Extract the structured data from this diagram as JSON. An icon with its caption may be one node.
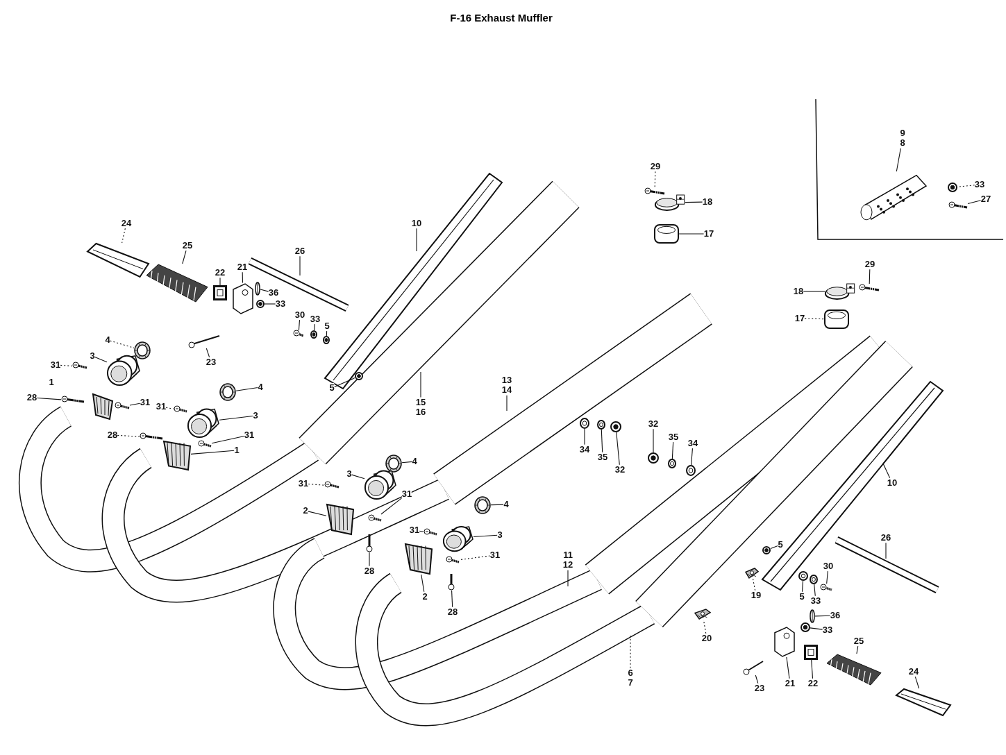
{
  "diagram": {
    "title": "F-16 Exhaust Muffler",
    "nodes": [
      {
        "text": [
          "24"
        ]
      },
      {
        "text": [
          "25"
        ]
      },
      {
        "text": [
          "26"
        ]
      },
      {
        "text": [
          "22"
        ]
      },
      {
        "text": [
          "21"
        ]
      },
      {
        "text": [
          "36"
        ]
      },
      {
        "text": [
          "33"
        ]
      },
      {
        "text": [
          "23"
        ]
      },
      {
        "text": [
          "30"
        ]
      },
      {
        "text": [
          "33"
        ]
      },
      {
        "text": [
          "5"
        ]
      },
      {
        "text": [
          "4"
        ]
      },
      {
        "text": [
          "3"
        ]
      },
      {
        "text": [
          "31"
        ]
      },
      {
        "text": [
          "28"
        ]
      },
      {
        "text": [
          "31"
        ]
      },
      {
        "text": [
          "4"
        ]
      },
      {
        "text": [
          "31"
        ]
      },
      {
        "text": [
          "3"
        ]
      },
      {
        "text": [
          "28"
        ]
      },
      {
        "text": [
          "31"
        ]
      },
      {
        "text": [
          "1"
        ]
      },
      {
        "text": [
          "10"
        ]
      },
      {
        "text": [
          "5"
        ]
      },
      {
        "text": [
          "15",
          "16"
        ]
      },
      {
        "text": [
          "13",
          "14"
        ]
      },
      {
        "text": [
          "29"
        ]
      },
      {
        "text": [
          "18"
        ]
      },
      {
        "text": [
          "17"
        ]
      },
      {
        "text": [
          "9",
          "8"
        ]
      },
      {
        "text": [
          "33"
        ]
      },
      {
        "text": [
          "27"
        ]
      },
      {
        "text": [
          "29"
        ]
      },
      {
        "text": [
          "18"
        ]
      },
      {
        "text": [
          "17"
        ]
      },
      {
        "text": [
          "34"
        ]
      },
      {
        "text": [
          "35"
        ]
      },
      {
        "text": [
          "32"
        ]
      },
      {
        "text": [
          "32"
        ]
      },
      {
        "text": [
          "35"
        ]
      },
      {
        "text": [
          "34"
        ]
      },
      {
        "text": [
          "4"
        ]
      },
      {
        "text": [
          "3"
        ]
      },
      {
        "text": [
          "31"
        ]
      },
      {
        "text": [
          "31"
        ]
      },
      {
        "text": [
          "2"
        ]
      },
      {
        "text": [
          "4"
        ]
      },
      {
        "text": [
          "31"
        ]
      },
      {
        "text": [
          "3"
        ]
      },
      {
        "text": [
          "31"
        ]
      },
      {
        "text": [
          "28"
        ]
      },
      {
        "text": [
          "2"
        ]
      },
      {
        "text": [
          "28"
        ]
      },
      {
        "text": [
          "11",
          "12"
        ]
      },
      {
        "text": [
          "5"
        ]
      },
      {
        "text": [
          "26"
        ]
      },
      {
        "text": [
          "10"
        ]
      },
      {
        "text": [
          "19"
        ]
      },
      {
        "text": [
          "5"
        ]
      },
      {
        "text": [
          "33"
        ]
      },
      {
        "text": [
          "30"
        ]
      },
      {
        "text": [
          "36"
        ]
      },
      {
        "text": [
          "33"
        ]
      },
      {
        "text": [
          "20"
        ]
      },
      {
        "text": [
          "6",
          "7"
        ]
      },
      {
        "text": [
          "25"
        ]
      },
      {
        "text": [
          "24"
        ]
      },
      {
        "text": [
          "23"
        ]
      },
      {
        "text": [
          "21"
        ]
      },
      {
        "text": [
          "22"
        ]
      },
      {
        "text": [],
        "shape": "picture"
      },
      {
        "text": [],
        "shape": "picture"
      },
      {
        "text": [],
        "shape": "picture"
      },
      {
        "text": [],
        "shape": "picture"
      },
      {
        "text": [],
        "shape": "picture"
      },
      {
        "text": [],
        "shape": "picture"
      },
      {
        "text": [],
        "shape": "picture"
      },
      {
        "text": [],
        "shape": "picture"
      },
      {
        "text": [],
        "shape": "picture"
      },
      {
        "text": [],
        "shape": "picture"
      },
      {
        "text": [],
        "shape": "picture"
      },
      {
        "text": [],
        "shape": "picture"
      },
      {
        "text": [],
        "shape": "picture"
      },
      {
        "text": [],
        "shape": "picture"
      },
      {
        "text": [],
        "shape": "picture"
      },
      {
        "text": [],
        "shape": "picture"
      },
      {
        "text": [],
        "shape": "picture"
      },
      {
        "text": [],
        "shape": "picture"
      },
      {
        "text": [],
        "shape": "picture"
      },
      {
        "text": [],
        "shape": "picture"
      },
      {
        "text": [],
        "shape": "picture"
      },
      {
        "text": [],
        "shape": "picture"
      },
      {
        "text": [],
        "shape": "picture"
      },
      {
        "text": [],
        "shape": "picture"
      },
      {
        "text": [],
        "shape": "picture"
      },
      {
        "text": [],
        "shape": "picture"
      },
      {
        "text": [],
        "shape": "picture"
      },
      {
        "text": [],
        "shape": "picture"
      },
      {
        "text": [],
        "shape": "picture"
      },
      {
        "text": [],
        "shape": "picture"
      },
      {
        "text": [],
        "shape": "picture"
      },
      {
        "text": [],
        "shape": "picture"
      },
      {
        "text": [],
        "shape": "picture"
      },
      {
        "text": [],
        "shape": "picture"
      },
      {
        "text": [],
        "shape": "picture"
      },
      {
        "text": [],
        "shape": "picture"
      },
      {
        "text": [],
        "shape": "picture"
      },
      {
        "text": [],
        "shape": "picture"
      },
      {
        "text": [],
        "shape": "picture"
      },
      {
        "text": [],
        "shape": "picture"
      },
      {
        "text": [],
        "shape": "picture"
      },
      {
        "text": [],
        "shape": "picture"
      },
      {
        "text": [],
        "shape": "picture"
      },
      {
        "text": [],
        "shape": "picture"
      },
      {
        "text": [],
        "shape": "picture"
      },
      {
        "text": [],
        "shape": "picture"
      },
      {
        "text": [],
        "shape": "picture"
      },
      {
        "text": [],
        "shape": "picture"
      },
      {
        "text": [],
        "shape": "picture"
      },
      {
        "text": [],
        "shape": "picture"
      },
      {
        "text": [],
        "shape": "picture"
      },
      {
        "text": [],
        "shape": "picture"
      },
      {
        "text": [],
        "shape": "picture"
      },
      {
        "text": [],
        "shape": "picture"
      },
      {
        "text": [],
        "shape": "picture"
      },
      {
        "text": [],
        "shape": "picture"
      },
      {
        "text": [],
        "shape": "picture"
      },
      {
        "text": [],
        "shape": "picture"
      },
      {
        "text": [],
        "shape": "picture"
      },
      {
        "text": [],
        "shape": "picture"
      },
      {
        "text": [],
        "shape": "picture"
      },
      {
        "text": [],
        "shape": "picture"
      }
    ],
    "edges": [
      {
        "from": 0,
        "to": 70,
        "arrow": "none",
        "style": "dashed"
      },
      {
        "from": 1,
        "to": 71,
        "arrow": "none"
      },
      {
        "from": 2,
        "to": null,
        "arrow": "none"
      },
      {
        "from": 3,
        "to": 72,
        "arrow": "none"
      },
      {
        "from": 4,
        "to": 73,
        "arrow": "none"
      },
      {
        "from": 5,
        "to": 74,
        "arrow": "none"
      },
      {
        "from": 6,
        "to": 75,
        "arrow": "none"
      },
      {
        "from": 7,
        "to": 76,
        "arrow": "none"
      },
      {
        "from": 8,
        "to": 77,
        "arrow": "none"
      },
      {
        "from": 9,
        "to": 78,
        "arrow": "none"
      },
      {
        "from": 10,
        "to": 79,
        "arrow": "none"
      },
      {
        "from": 11,
        "to": 80,
        "arrow": "none",
        "style": "dashed"
      },
      {
        "from": 12,
        "to": 81,
        "arrow": "none"
      },
      {
        "from": 13,
        "to": 82,
        "arrow": "none",
        "style": "dashed"
      },
      {
        "from": 14,
        "to": 83,
        "arrow": "none"
      },
      {
        "from": 15,
        "to": 84,
        "arrow": "none"
      },
      {
        "from": 16,
        "to": 85,
        "arrow": "none"
      },
      {
        "from": 17,
        "to": 86,
        "arrow": "none",
        "style": "dashed"
      },
      {
        "from": 18,
        "to": 87,
        "arrow": "none"
      },
      {
        "from": 19,
        "to": 88,
        "arrow": "none",
        "style": "dashed"
      },
      {
        "from": 20,
        "to": 89,
        "arrow": "none"
      },
      {
        "from": 21,
        "to": 90,
        "arrow": "none"
      },
      {
        "from": 22,
        "to": null,
        "arrow": "none"
      },
      {
        "from": 23,
        "to": 91,
        "arrow": "none"
      },
      {
        "from": 24,
        "to": null,
        "arrow": "none"
      },
      {
        "from": 25,
        "to": null,
        "arrow": "none"
      },
      {
        "from": 26,
        "to": 92,
        "arrow": "none",
        "style": "dashed"
      },
      {
        "from": 27,
        "to": 93,
        "arrow": "none"
      },
      {
        "from": 28,
        "to": 94,
        "arrow": "none"
      },
      {
        "from": 29,
        "to": 95,
        "arrow": "none"
      },
      {
        "from": 30,
        "to": 96,
        "arrow": "none",
        "style": "dashed"
      },
      {
        "from": 31,
        "to": 97,
        "arrow": "none"
      },
      {
        "from": 32,
        "to": 98,
        "arrow": "none"
      },
      {
        "from": 33,
        "to": 99,
        "arrow": "none"
      },
      {
        "from": 34,
        "to": 100,
        "arrow": "none",
        "style": "dashed"
      },
      {
        "from": 35,
        "to": 101,
        "arrow": "none"
      },
      {
        "from": 36,
        "to": 102,
        "arrow": "none"
      },
      {
        "from": 37,
        "to": 103,
        "arrow": "none"
      },
      {
        "from": 38,
        "to": 104,
        "arrow": "none"
      },
      {
        "from": 39,
        "to": 105,
        "arrow": "none"
      },
      {
        "from": 40,
        "to": 106,
        "arrow": "none"
      },
      {
        "from": 41,
        "to": 107,
        "arrow": "none"
      },
      {
        "from": 42,
        "to": 108,
        "arrow": "none"
      },
      {
        "from": 43,
        "to": 109,
        "arrow": "none",
        "style": "dashed"
      },
      {
        "from": 44,
        "to": 110,
        "arrow": "none"
      },
      {
        "from": 45,
        "to": 111,
        "arrow": "none"
      },
      {
        "from": 46,
        "to": 112,
        "arrow": "none"
      },
      {
        "from": 47,
        "to": 113,
        "arrow": "none"
      },
      {
        "from": 48,
        "to": 114,
        "arrow": "none"
      },
      {
        "from": 49,
        "to": 115,
        "arrow": "none",
        "style": "dashed"
      },
      {
        "from": 50,
        "to": 116,
        "arrow": "none"
      },
      {
        "from": 51,
        "to": 117,
        "arrow": "none"
      },
      {
        "from": 52,
        "to": 118,
        "arrow": "none"
      },
      {
        "from": 53,
        "to": null,
        "arrow": "none"
      },
      {
        "from": 54,
        "to": 119,
        "arrow": "none"
      },
      {
        "from": 55,
        "to": null,
        "arrow": "none"
      },
      {
        "from": 56,
        "to": null,
        "arrow": "none"
      },
      {
        "from": 57,
        "to": 120,
        "arrow": "none",
        "style": "dashed"
      },
      {
        "from": 58,
        "to": 121,
        "arrow": "none"
      },
      {
        "from": 59,
        "to": 122,
        "arrow": "none"
      },
      {
        "from": 60,
        "to": 123,
        "arrow": "none"
      },
      {
        "from": 61,
        "to": 124,
        "arrow": "none"
      },
      {
        "from": 62,
        "to": 125,
        "arrow": "none"
      },
      {
        "from": 63,
        "to": 126,
        "arrow": "none",
        "style": "dashed"
      },
      {
        "from": 64,
        "to": null,
        "arrow": "none",
        "style": "dashed"
      },
      {
        "from": 65,
        "to": 127,
        "arrow": "none"
      },
      {
        "from": 66,
        "to": 128,
        "arrow": "none"
      },
      {
        "from": 67,
        "to": 129,
        "arrow": "none"
      },
      {
        "from": 68,
        "to": 130,
        "arrow": "none"
      },
      {
        "from": 69,
        "to": 131,
        "arrow": "none"
      }
    ],
    "labels": [
      "1"
    ]
  }
}
